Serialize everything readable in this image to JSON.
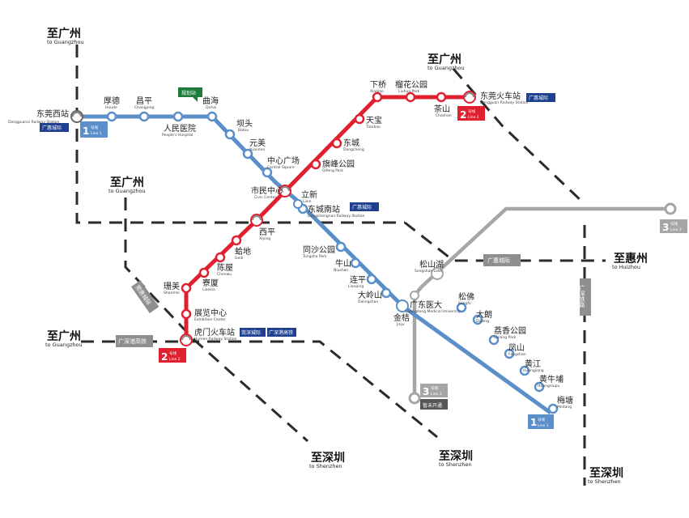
{
  "colors": {
    "line1": "#5b8fc9",
    "line2": "#e0202e",
    "line3": "#a6a6a6",
    "railway": "#2b2b2b",
    "rail_badge": "#1f3f8f",
    "grey_tag": "#8f8f8f",
    "green_tag": "#1e7b3c"
  },
  "directions": {
    "gz_top": {
      "cn": "至广州",
      "en": "to Guangzhou"
    },
    "gz_mid": {
      "cn": "至广州",
      "en": "to Guangzhou"
    },
    "gz_left": {
      "cn": "至广州",
      "en": "to Guangzhou"
    },
    "gz_right": {
      "cn": "至广州",
      "en": "to Guangzhou"
    },
    "hz": {
      "cn": "至惠州",
      "en": "to Huizhou"
    },
    "sz1": {
      "cn": "至深圳",
      "en": "to Shenzhen"
    },
    "sz2": {
      "cn": "至深圳",
      "en": "to Shenzhen"
    },
    "sz3": {
      "cn": "至深圳",
      "en": "to Shenzhen"
    }
  },
  "railways": {
    "gs": "广深港高铁",
    "gh": "广惠城际",
    "guan": "莞惠城际",
    "gsr": "广深铁路"
  },
  "line_badges": {
    "l1a": {
      "num": "1",
      "cn": "号线",
      "en": "Line 1"
    },
    "l1b": {
      "num": "1",
      "cn": "号线",
      "en": "Line 1"
    },
    "l2a": {
      "num": "2",
      "cn": "号线",
      "en": "Line 2"
    },
    "l2b": {
      "num": "2",
      "cn": "号线",
      "en": "Line 2"
    },
    "l3a": {
      "num": "3",
      "cn": "号线",
      "en": "Line 3"
    },
    "l3b": {
      "num": "3",
      "cn": "号线",
      "en": "Line 3"
    }
  },
  "badges": {
    "rail": "广惠城际",
    "rail2": "莞深城际",
    "rail3": "广深港高铁",
    "future": "暂未开通",
    "planned": "规划站"
  },
  "stations": {
    "dongguanxi": {
      "cn": "东莞西站",
      "en": "Dongguanxi Railway Station"
    },
    "houde": {
      "cn": "厚德",
      "en": "Houde"
    },
    "changping": {
      "cn": "昌平",
      "en": "Changping"
    },
    "renmin": {
      "cn": "人民医院",
      "en": "People's Hospital"
    },
    "quhai": {
      "cn": "曲海",
      "en": "Quhai"
    },
    "batou": {
      "cn": "坝头",
      "en": "Batou"
    },
    "yuanmei": {
      "cn": "元美",
      "en": "Yuanmei"
    },
    "zhongxin": {
      "cn": "中心广场",
      "en": "Central Square"
    },
    "shimin": {
      "cn": "市民中心",
      "en": "Civic Center"
    },
    "lixin": {
      "cn": "立新",
      "en": "Lixin"
    },
    "dongcheng_nan": {
      "cn": "东城南站",
      "en": "Dongchengnan Railway Station"
    },
    "tongsha": {
      "cn": "同沙公园",
      "en": "Tongsha Park"
    },
    "niushan": {
      "cn": "牛山",
      "en": "Niushan"
    },
    "lianping": {
      "cn": "连平",
      "en": "Lianping"
    },
    "dalingshan": {
      "cn": "大岭山",
      "en": "Dalingshan"
    },
    "jinjue": {
      "cn": "金桔",
      "en": "Jinju"
    },
    "guangyi": {
      "cn": "广东医大",
      "en": "Guangdong Medical University"
    },
    "songshanhu": {
      "cn": "松山湖",
      "en": "Songshan Lake"
    },
    "songfo": {
      "cn": "松佛",
      "en": "Songfo"
    },
    "dalang": {
      "cn": "大朗",
      "en": "Dalang"
    },
    "lixiang": {
      "cn": "荔香公园",
      "en": "Lixiang Park"
    },
    "fengshan": {
      "cn": "凤山",
      "en": "Fengshan"
    },
    "huangjiang": {
      "cn": "黄江",
      "en": "Huangjiang"
    },
    "huangniupu": {
      "cn": "黄牛埔",
      "en": "Huangniupu"
    },
    "meitang": {
      "cn": "梅塘",
      "en": "Meitang"
    },
    "xiaqiao": {
      "cn": "下桥",
      "en": "Xiaqiao"
    },
    "liuhua": {
      "cn": "榴花公园",
      "en": "Liuhua Park"
    },
    "dongguan_hc": {
      "cn": "东莞火车站",
      "en": "Dongguan Railway Station"
    },
    "chashan": {
      "cn": "茶山",
      "en": "Chashan"
    },
    "tianbao": {
      "cn": "天宝",
      "en": "Tianbao"
    },
    "dongcheng": {
      "cn": "东城",
      "en": "Dongcheng"
    },
    "qifeng": {
      "cn": "旗峰公园",
      "en": "Qifeng Park"
    },
    "xiping": {
      "cn": "西平",
      "en": "Xiping"
    },
    "hedi": {
      "cn": "蛤地",
      "en": "Gedi"
    },
    "chenwu": {
      "cn": "陈屋",
      "en": "Chenwu"
    },
    "liaoxia": {
      "cn": "寮厦",
      "en": "Liaoxia"
    },
    "shamei": {
      "cn": "珊美",
      "en": "Shanmei"
    },
    "zhanlan": {
      "cn": "展览中心",
      "en": "Exhibition Center"
    },
    "humen_hc": {
      "cn": "虎门火车站",
      "en": "Humen Railway Station"
    }
  }
}
